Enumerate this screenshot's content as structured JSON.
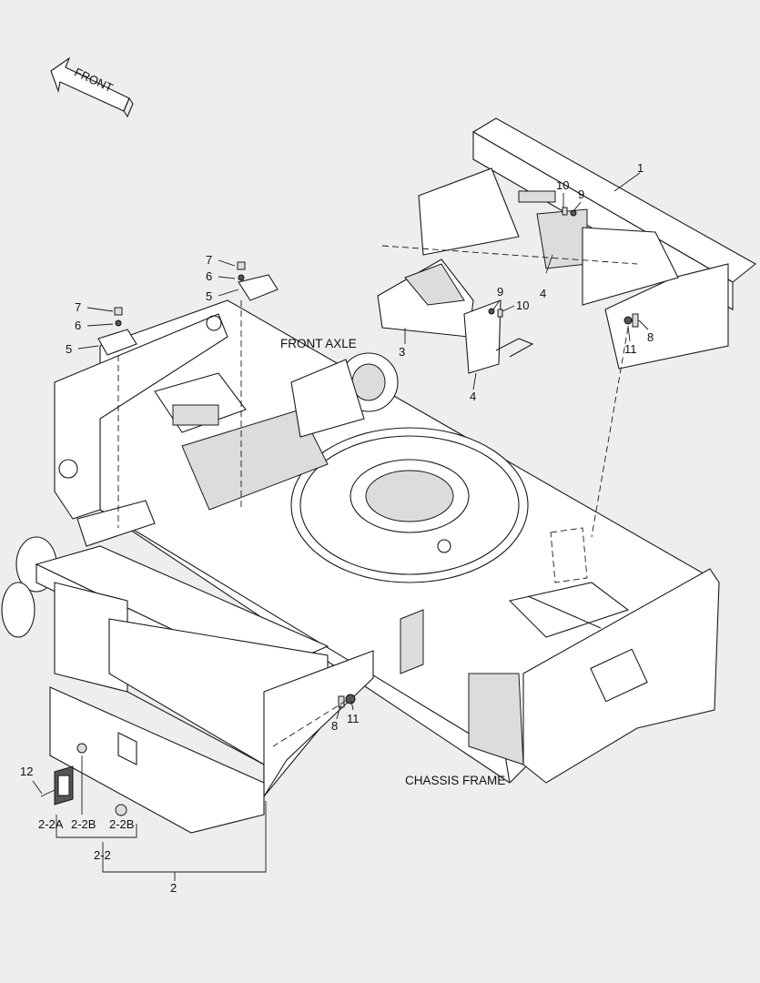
{
  "direction_arrow": "FRONT",
  "captions": {
    "front_axle": "FRONT AXLE",
    "chassis_frame": "CHASSIS FRAME"
  },
  "callouts": {
    "c1": "1",
    "c2": "2",
    "c2_2": "2-2",
    "c2_2a": "2-2A",
    "c2_2b_left": "2-2B",
    "c2_2b_right": "2-2B",
    "c3": "3",
    "c4_top": "4",
    "c4_mid": "4",
    "c5_top": "5",
    "c5_left": "5",
    "c6_top": "6",
    "c6_left": "6",
    "c7_top": "7",
    "c7_left": "7",
    "c8_right": "8",
    "c8_lower": "8",
    "c9_top": "9",
    "c9_mid": "9",
    "c10_top": "10",
    "c10_mid": "10",
    "c11_right": "11",
    "c11_lower": "11",
    "c12": "12"
  }
}
